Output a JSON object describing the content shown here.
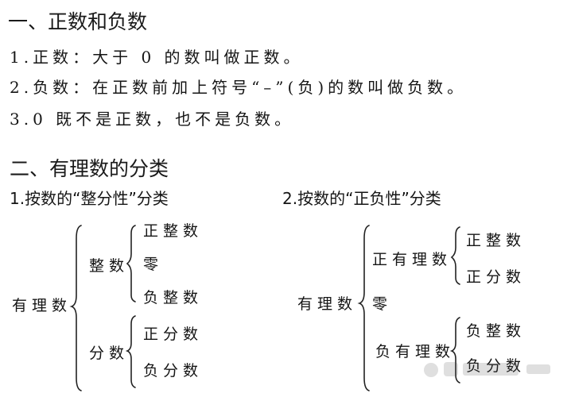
{
  "section1": {
    "title": "一、正数和负数",
    "items": [
      "1.正数：大于 0 的数叫做正数。",
      "2.负数：在正数前加上符号“–”(负)的数叫做负数。",
      "3.0 既不是正数，也不是负数。"
    ]
  },
  "section2": {
    "title": "二、有理数的分类",
    "left": {
      "subtitle": "1.按数的“整分性”分类",
      "root": "有理数",
      "groups": [
        {
          "label": "整数",
          "children": [
            "正整数",
            "零",
            "负整数"
          ]
        },
        {
          "label": "分数",
          "children": [
            "正分数",
            "负分数"
          ]
        }
      ]
    },
    "right": {
      "subtitle": "2.按数的“正负性”分类",
      "root": "有理数",
      "groups": [
        {
          "label": "正有理数",
          "children": [
            "正整数",
            "正分数"
          ]
        },
        {
          "label": "零",
          "children": []
        },
        {
          "label": "负有理数",
          "children": [
            "负整数",
            "负分数"
          ]
        }
      ]
    }
  },
  "watermark": {
    "icon": "paw-logo-icon"
  }
}
